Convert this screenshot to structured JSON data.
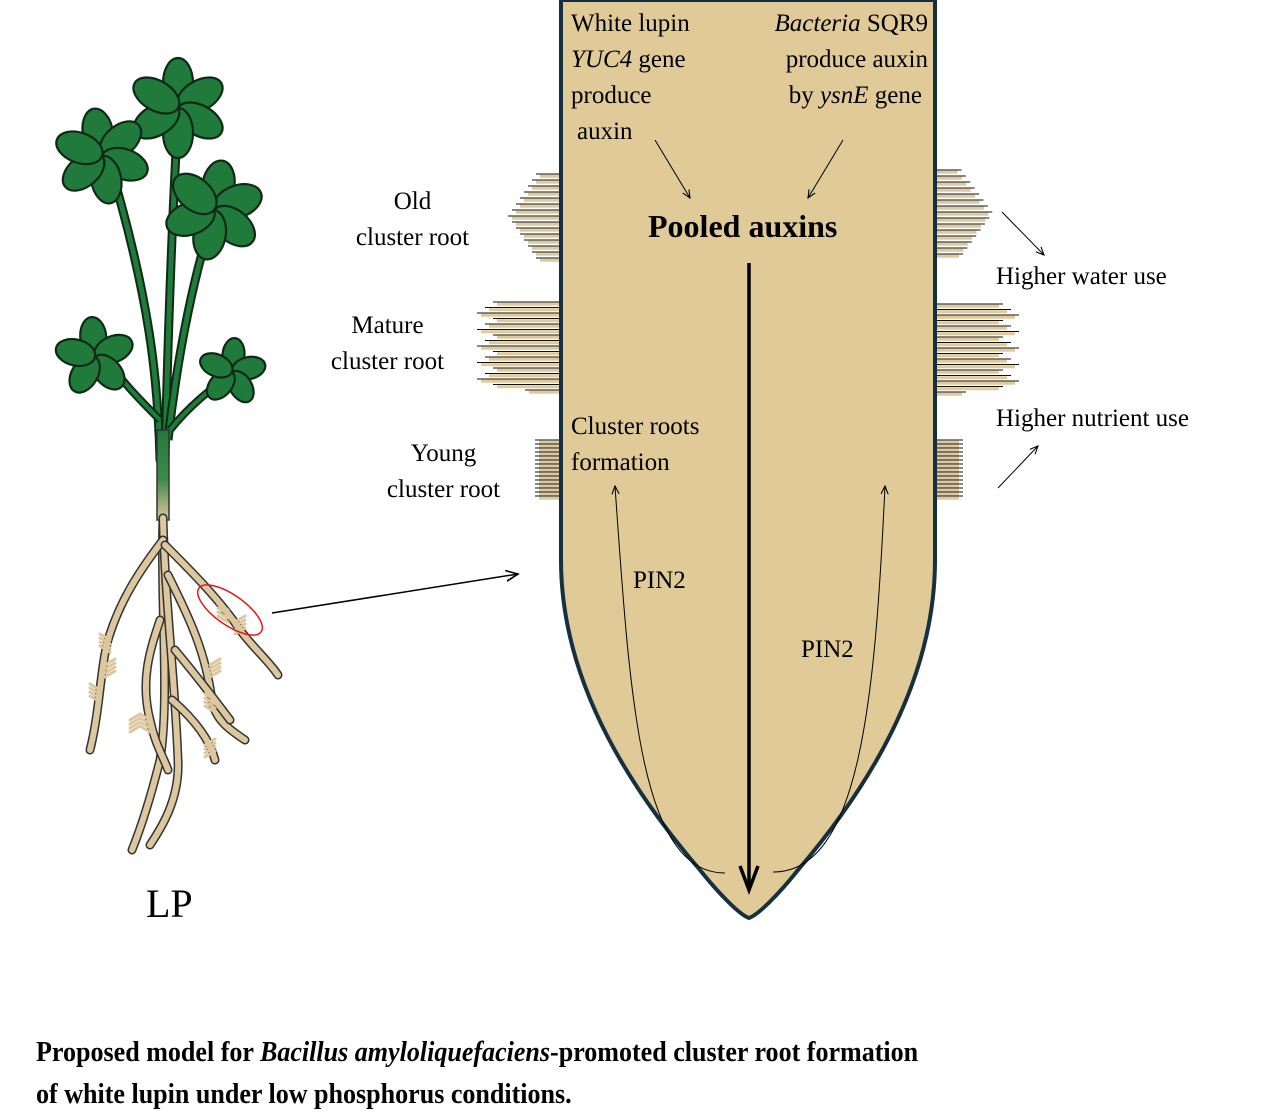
{
  "colors": {
    "root_fill": "#dfca98",
    "root_outline": "#16303f",
    "leaf_green": "#207a3c",
    "leaf_outline": "#0f2a14",
    "stem_root_tan": "#dcc79e",
    "highlight_ellipse": "#e01a1a",
    "text": "#000000"
  },
  "labels": {
    "white_lupin": {
      "line1": "White lupin",
      "line2_italic": "YUC4",
      "line2_rest": " gene",
      "line3": "produce",
      "line4": "auxin"
    },
    "bacteria": {
      "line1_italic": "Bacteria",
      "line1_rest": " SQR9",
      "line2": "produce auxin",
      "line3_pre": "by ",
      "line3_italic": "ysnE",
      "line3_post": " gene"
    },
    "pooled_auxins": "Pooled auxins",
    "old_cluster_root": {
      "line1": "Old",
      "line2": "cluster root"
    },
    "mature_cluster_root": {
      "line1": "Mature",
      "line2": "cluster root"
    },
    "young_cluster_root": {
      "line1": "Young",
      "line2": "cluster root"
    },
    "cluster_roots_formation": {
      "line1": "Cluster roots",
      "line2": "formation"
    },
    "pin2_left": "PIN2",
    "pin2_right": "PIN2",
    "higher_water_use": "Higher water use",
    "higher_nutrient_use": "Higher nutrient use",
    "lp": "LP"
  },
  "caption": {
    "pre": "Proposed model for ",
    "italic": "Bacillus amyloliquefaciens",
    "post": "-promoted cluster root formation",
    "line2": "of white lupin under low phosphorus conditions."
  }
}
